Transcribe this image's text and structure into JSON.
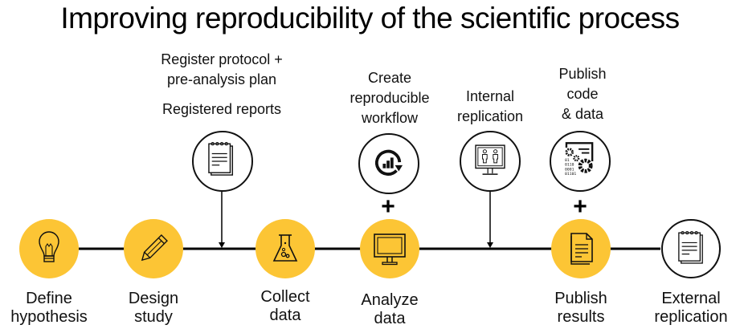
{
  "title": "Improving reproducibility of the scientific process",
  "colors": {
    "accent": "#fcc535",
    "line": "#000000",
    "text": "#111111"
  },
  "main_steps": [
    {
      "label_line1": "Define",
      "label_line2": "hypothesis",
      "icon": "lightbulb-icon"
    },
    {
      "label_line1": "Design",
      "label_line2": "study",
      "icon": "pencil-icon"
    },
    {
      "label_line1": "Collect",
      "label_line2": "data",
      "icon": "flask-icon"
    },
    {
      "label_line1": "Analyze",
      "label_line2": "data",
      "icon": "monitor-icon"
    },
    {
      "label_line1": "Publish",
      "label_line2": "results",
      "icon": "document-icon"
    },
    {
      "label_line1": "External",
      "label_line2": "replication",
      "icon": "notepad-icon"
    }
  ],
  "practices": {
    "register": {
      "line1": "Register protocol +",
      "line2": "pre-analysis plan",
      "line3": "Registered reports",
      "icon": "notepad-icon"
    },
    "workflow": {
      "line1": "Create",
      "line2": "reproducible",
      "line3": "workflow",
      "icon": "workflow-cycle-icon"
    },
    "internal": {
      "line1": "Internal",
      "line2": "replication",
      "icon": "screen-people-icon"
    },
    "publish_code": {
      "line1": "Publish",
      "line2": "code",
      "line3": "& data",
      "icon": "code-gears-icon"
    }
  },
  "plus_sign": "+"
}
